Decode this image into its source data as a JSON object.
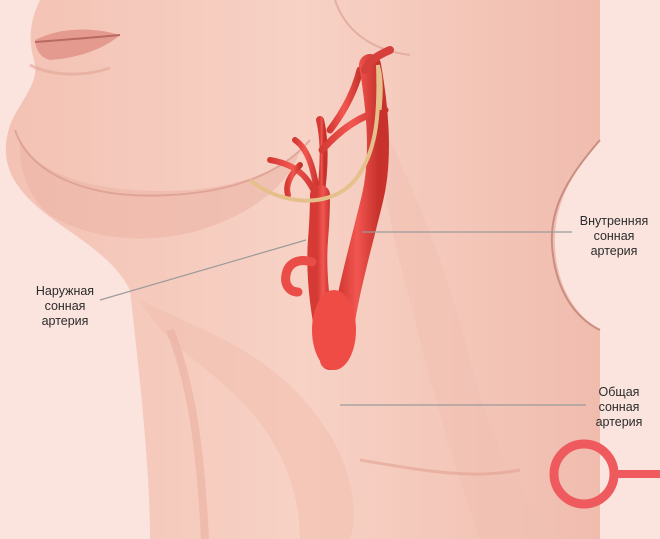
{
  "labels": {
    "external": {
      "line1": "Наружная",
      "line2": "сонная",
      "line3": "артерия"
    },
    "internal": {
      "line1": "Внутренняя",
      "line2": "сонная",
      "line3": "артерия"
    },
    "common": {
      "line1": "Общая",
      "line2": "сонная",
      "line3": "артерия"
    }
  },
  "colors": {
    "background": "#fbe4de",
    "skin": "#f6cdbf",
    "skin_shadow": "#ebb1a2",
    "artery": "#ef4a44",
    "artery_dark": "#c93530",
    "nerve": "#e8c48c",
    "marker": "#ef5a5f",
    "leader_line": "#999999"
  },
  "icons": {
    "marker": "pin-circle-icon"
  }
}
